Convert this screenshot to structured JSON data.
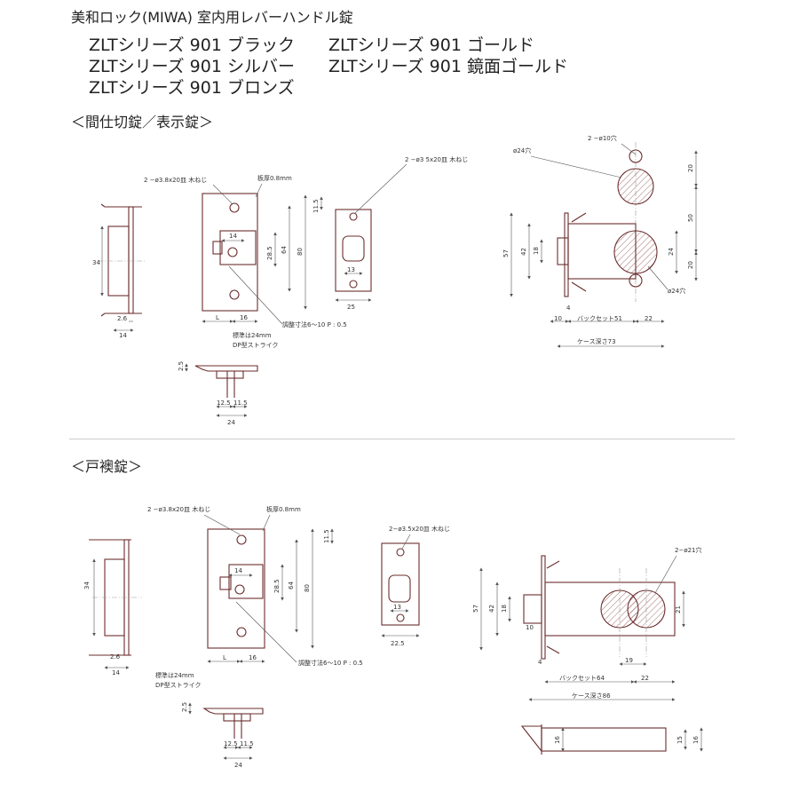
{
  "header": {
    "title": "美和ロック(MIWA) 室内用レバーハンドル錠",
    "models": [
      "ZLTシリーズ 901 ブラック",
      "ZLTシリーズ 901 ゴールド",
      "ZLTシリーズ 901 シルバー",
      "ZLTシリーズ 901 鏡面ゴールド",
      "ZLTシリーズ 901 ブロンズ"
    ]
  },
  "sections": {
    "top": {
      "title": "＜間仕切錠／表示錠＞",
      "labels": {
        "screw_front": "2 −ø3.8x20皿 木ねじ",
        "plate_thickness": "板厚0.8mm",
        "screw_strike": "2 −ø3 5x20皿 木ねじ",
        "hole10": "2 −ø10穴",
        "hole24a": "ø24穴",
        "hole24b": "ø24穴",
        "adjust": "調整寸法6〜10 P : 0.5",
        "standard": "標準は24mm",
        "dp": "DP型ストライク",
        "backset": "バックセット51",
        "case_depth": "ケース深さ73"
      },
      "dims": {
        "d34": "34",
        "d2_6": "2.6",
        "d14": "14",
        "d14b": "14",
        "d28_5": "28.5",
        "d64": "64",
        "d80": "80",
        "dL": "L",
        "d16": "16",
        "d11_5": "11.5",
        "d13": "13",
        "d25": "25",
        "d2_5": "2.5",
        "d12_5": "12.5",
        "d11_5b": "11.5",
        "d24": "24",
        "d20a": "20",
        "d50": "50",
        "d20b": "20",
        "d24r": "24",
        "d57": "57",
        "d42": "42",
        "d18": "18",
        "d4": "4",
        "d10": "10",
        "d22": "22"
      }
    },
    "bottom": {
      "title": "＜戸襖錠＞",
      "labels": {
        "screw_front": "2 −ø3.8x20皿 木ねじ",
        "plate_thickness": "板厚0.8mm",
        "screw_strike": "2−ø3.5x20皿 木ねじ",
        "hole21": "2−ø21穴",
        "adjust": "調整寸法6〜10 P : 0.5",
        "standard": "標準は24mm",
        "dp": "DP型ストライク",
        "backset": "バックセット64",
        "case_depth": "ケース深さ86"
      },
      "dims": {
        "d34": "34",
        "d2_6": "2.6",
        "d14": "14",
        "d14b": "14",
        "d28_5": "28.5",
        "d64": "64",
        "d80": "80",
        "dL": "L",
        "d16": "16",
        "d11_5": "11.5",
        "d13": "13",
        "d22_5": "22.5",
        "d2_5": "2.5",
        "d12_5": "12.5",
        "d11_5b": "11.5",
        "d24": "24",
        "d57": "57",
        "d42": "42",
        "d18": "18",
        "d10": "10",
        "d4": "4",
        "d19": "19",
        "d22": "22",
        "d21": "21",
        "d16a": "16",
        "d15": "15",
        "d16b": "16"
      }
    }
  }
}
